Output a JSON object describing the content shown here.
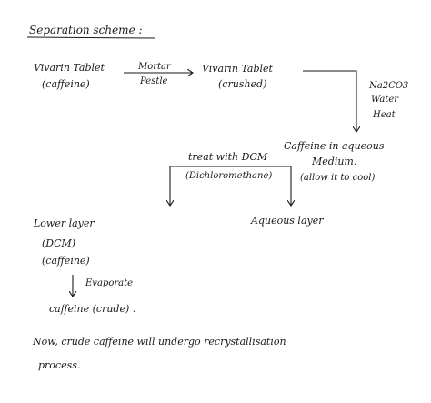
{
  "title": "Separation scheme :",
  "row1": {
    "tablet": "Vivarin Tablet",
    "tablet_sub": "(caffeine)",
    "step_top": "Mortar",
    "step_bottom": "Pestle",
    "crushed": "Vivarin Tablet",
    "crushed_sub": "(crushed)"
  },
  "reagents": [
    "Na2CO3",
    "Water",
    "Heat"
  ],
  "aqueous": {
    "line1": "Caffeine in aqueous",
    "line2": "Medium.",
    "line3": "(allow it to cool)"
  },
  "treat": {
    "line1": "treat with DCM",
    "line2": "(Dichloromethane)"
  },
  "lower": {
    "line1": "Lower layer",
    "line2": "(DCM)",
    "line3": "(caffeine)"
  },
  "aqueous_layer": "Aqueous layer",
  "evaporate": "Evaporate",
  "crude": "caffeine (crude) .",
  "note": {
    "line1": "Now, crude caffeine will undergo recrystallisation",
    "line2": "process."
  }
}
